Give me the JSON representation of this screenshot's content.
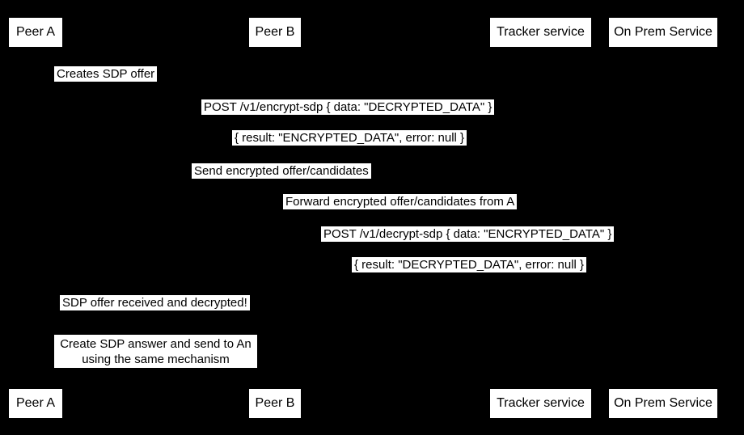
{
  "colors": {
    "background": "#000000",
    "box_background": "#ffffff",
    "box_text": "#000000"
  },
  "actors": [
    {
      "label": "Peer A"
    },
    {
      "label": "Peer B"
    },
    {
      "label": "Tracker service"
    },
    {
      "label": "On Prem Service"
    }
  ],
  "messages": [
    {
      "text": "Creates SDP offer"
    },
    {
      "text": "POST /v1/encrypt-sdp { data: \"DECRYPTED_DATA\" }"
    },
    {
      "text": "{ result: \"ENCRYPTED_DATA\", error: null }"
    },
    {
      "text": "Send encrypted offer/candidates"
    },
    {
      "text": "Forward encrypted offer/candidates from A"
    },
    {
      "text": "POST /v1/decrypt-sdp { data: \"ENCRYPTED_DATA\" }"
    },
    {
      "text": "{ result: \"DECRYPTED_DATA\", error: null }"
    },
    {
      "text": "SDP offer received and decrypted!"
    }
  ],
  "note": {
    "line1": "Create SDP answer and send to An",
    "line2": "using the same mechanism"
  }
}
